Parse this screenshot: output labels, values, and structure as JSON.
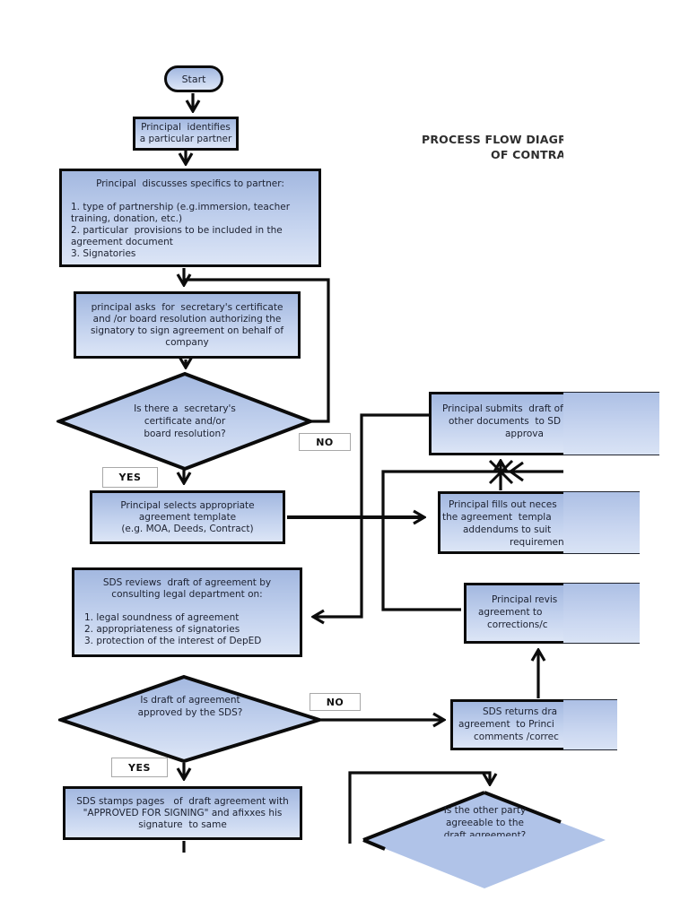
{
  "title": {
    "l1": "PROCESS FLOW DIAGR",
    "l2": "OF CONTRA"
  },
  "labels": {
    "yes": "YES",
    "no": "NO"
  },
  "colors": {
    "box_fill_top": "#a3b8e0",
    "box_fill_bottom": "#dce5f6",
    "diamond3_fill": "#b0c3e8",
    "border": "#0b0b0b",
    "label_border": "#a8a8a8",
    "text": "#1c2130"
  },
  "nodes": {
    "start": {
      "label": "Start"
    },
    "identify": {
      "l1": "Principal  identifies",
      "l2": "a particular partner"
    },
    "discuss": {
      "heading": "Principal  discusses specifics to partner:",
      "i1": "1. type of partnership (e.g.immersion, teacher",
      "i2": "training, donation, etc.)",
      "i3": "2. particular  provisions to be included in the",
      "i4": "agreement document",
      "i5": "3. Signatories"
    },
    "asks": {
      "l1": "principal asks  for  secretary's certificate",
      "l2": "and /or board resolution authorizing the",
      "l3": "signatory to sign agreement on behalf of",
      "l4": "company"
    },
    "d1": {
      "l1": "Is there a  secretary's",
      "l2": "certificate and/or",
      "l3": "board resolution?"
    },
    "select": {
      "l1": "Principal selects appropriate",
      "l2": "agreement template",
      "l3": "(e.g. MOA, Deeds, Contract)"
    },
    "reviews": {
      "h1": "SDS reviews  draft of agreement by",
      "h2": "consulting legal department on:",
      "i1": "1. legal soundness of agreement",
      "i2": "2. appropriateness of signatories",
      "i3": "3. protection of the interest of DepED"
    },
    "d2": {
      "l1": "Is draft of agreement",
      "l2": "approved by the SDS?"
    },
    "stamps": {
      "l1": "SDS stamps pages   of  draft agreement with",
      "l2": "\"APPROVED FOR SIGNING\" and afixxes his",
      "l3": "signature  to same"
    },
    "submits": {
      "l1": "Principal submits  draft of",
      "l2": "other documents  to SD",
      "l3": "approva"
    },
    "fills": {
      "l1": "Principal fills out neces",
      "l2": "the agreement  templa",
      "l3": "addendums to suit",
      "l4": "requiremen"
    },
    "revises": {
      "l1": "Principal revis",
      "l2": "agreement to",
      "l3": "corrections/c"
    },
    "returns": {
      "l1": "SDS returns dra",
      "l2": "agreement  to Princi",
      "l3": "comments /correc"
    },
    "d3": {
      "l1": "Is the other party",
      "l2": "agreeable to the",
      "l3": "draft agreement?"
    }
  }
}
